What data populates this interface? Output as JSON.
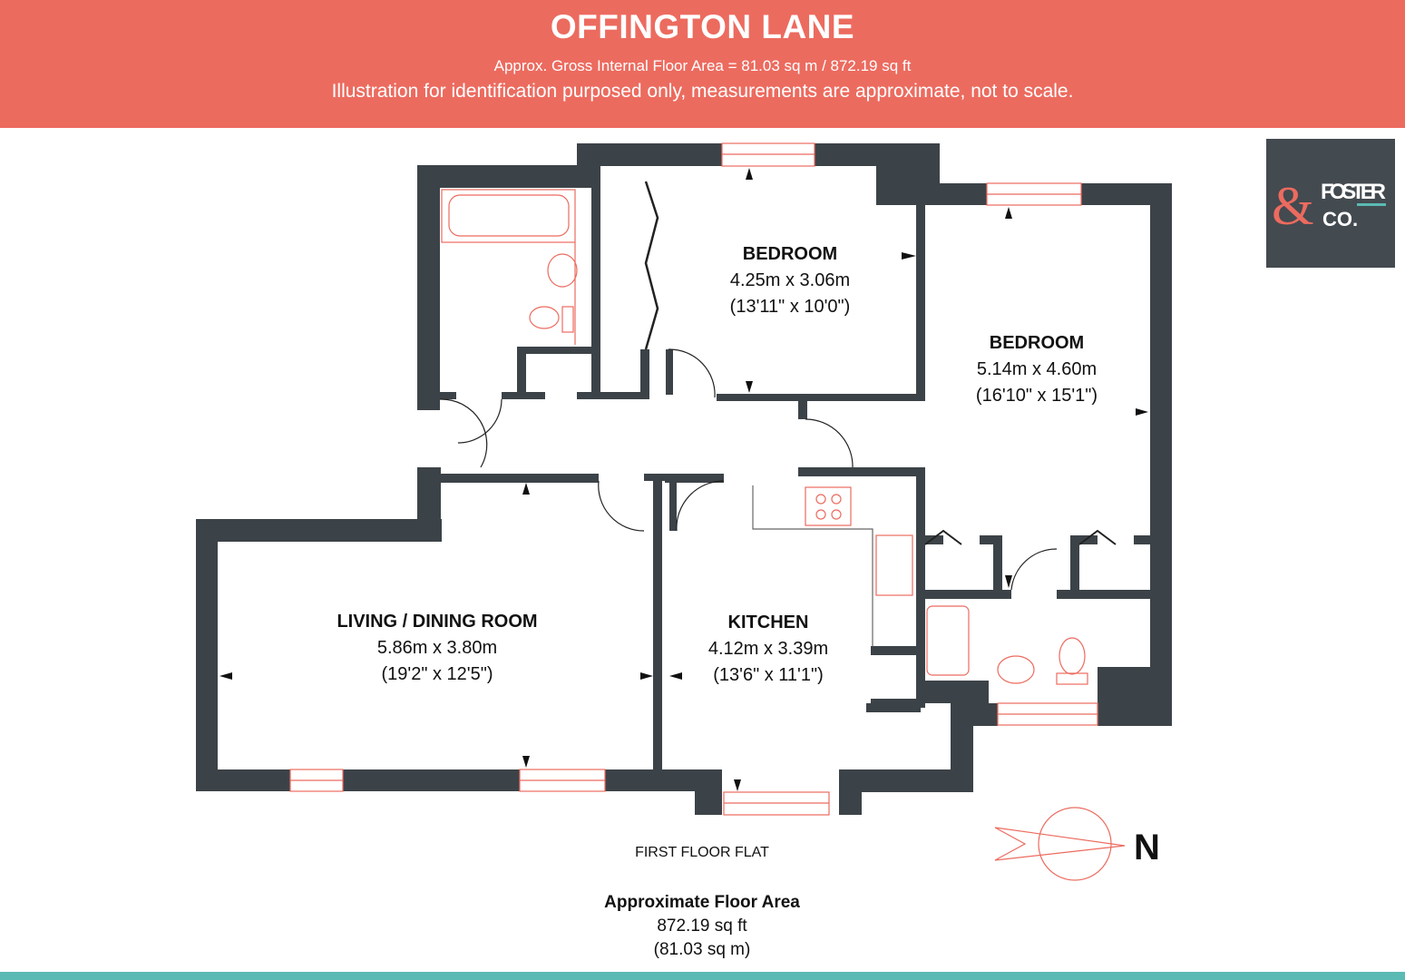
{
  "header": {
    "title": "OFFINGTON LANE",
    "gross_area": "Approx. Gross Internal Floor Area = 81.03 sq m / 872.19 sq ft",
    "disclaimer": "Illustration for identification purposed only, measurements are approximate, not to scale."
  },
  "logo": {
    "text_top": "FOSTER",
    "text_bottom": "CO.",
    "ampersand": "&"
  },
  "rooms": [
    {
      "name": "BEDROOM",
      "metric": "4.25m x 3.06m",
      "imperial": "(13'11\" x 10'0\")"
    },
    {
      "name": "BEDROOM",
      "metric": "5.14m x 4.60m",
      "imperial": "(16'10\" x 15'1\")"
    },
    {
      "name": "LIVING / DINING ROOM",
      "metric": "5.86m x 3.80m",
      "imperial": "(19'2\" x 12'5\")"
    },
    {
      "name": "KITCHEN",
      "metric": "4.12m x 3.39m",
      "imperial": "(13'6\" x 11'1\")"
    }
  ],
  "floor_label": "FIRST FLOOR FLAT",
  "area": {
    "heading": "Approximate Floor Area",
    "sqft": "872.19 sq ft",
    "sqm": "(81.03 sq m)"
  },
  "compass": {
    "label": "N"
  },
  "colors": {
    "header": "#ec6b5f",
    "wall": "#3c4348",
    "fixture": "#ec6b5f",
    "accent": "#5bbab3"
  }
}
